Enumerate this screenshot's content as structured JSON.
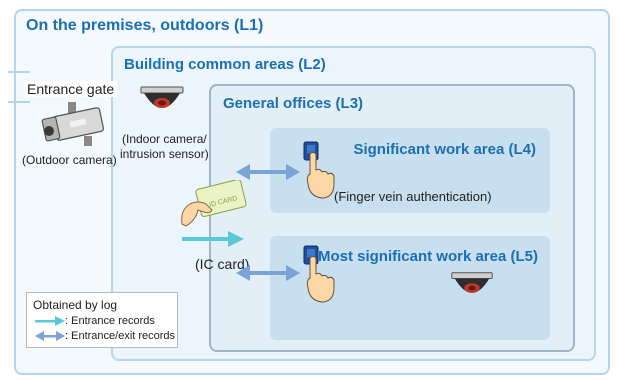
{
  "zones": {
    "l1": "On the premises, outdoors (L1)",
    "l2": "Building common areas (L2)",
    "l3": "General offices (L3)",
    "l4": "Significant work area (L4)",
    "l5": "Most significant work area (L5)"
  },
  "labels": {
    "entrance_gate": "Entrance gate",
    "outdoor_camera": "(Outdoor camera)",
    "indoor_camera_line1": "(Indoor camera/",
    "indoor_camera_line2": "intrusion sensor)",
    "ic_card": "(IC card)",
    "finger_vein": "(Finger vein authentication)",
    "card_text": "ID CARD"
  },
  "legend": {
    "title": "Obtained by log",
    "entrance": ": Entrance records",
    "entrance_exit": ": Entrance/exit records"
  },
  "colors": {
    "title_blue": "#1c6fb3",
    "entrance_arrow": "#5cc8d6",
    "exit_arrow": "#7aa3d6"
  },
  "icons": [
    "outdoor-camera-icon",
    "dome-camera-icon",
    "id-card-hand-icon",
    "finger-scanner-icon"
  ]
}
